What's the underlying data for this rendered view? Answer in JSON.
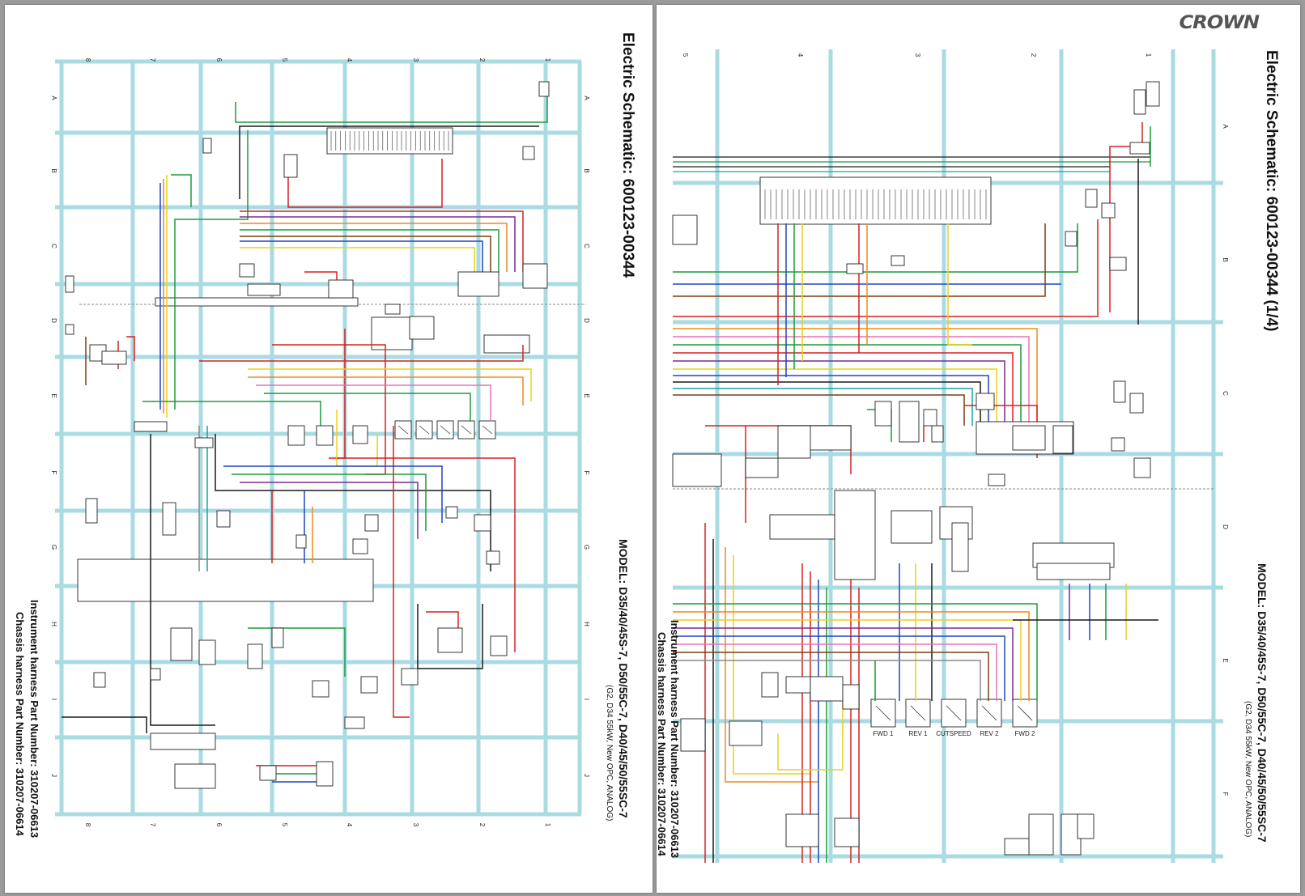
{
  "left_page": {
    "title": "Electric Schematic: 600123-00344",
    "model": "MODEL: D35/40/45S-7, D50/55C-7, D40/45/50/55SC-7",
    "model_note": "(G2, D34 55kW, New OPC, ANALOG)",
    "instrument_harness": "Instrument harness Part Number: 310207-06613",
    "chassis_harness": "Chassis harness Part Number: 310207-06614",
    "column_labels": [
      "1",
      "2",
      "3",
      "4",
      "5",
      "6",
      "7",
      "8"
    ],
    "row_labels": [
      "A",
      "B",
      "C",
      "D",
      "E",
      "F",
      "G",
      "H",
      "I",
      "J"
    ]
  },
  "right_page": {
    "brand": "CROWN",
    "title": "Electric Schematic: 600123-00344 (1/4)",
    "model": "MODEL: D35/40/45S-7, D50/55C-7, D40/45/50/55SC-7",
    "model_note": "(G2, D34 55kW, New OPC, ANALOG)",
    "instrument_harness": "Instrument harness Part Number: 310207-06613",
    "chassis_harness": "Chassis harness Part Number: 310207-06614",
    "column_labels": [
      "1",
      "2",
      "3",
      "4",
      "5"
    ],
    "row_labels": [
      "A",
      "B",
      "C",
      "D",
      "E",
      "F"
    ],
    "relay_labels": [
      "FWD 1",
      "REV 1",
      "CUTSPEED",
      "REV 2",
      "FWD 2"
    ]
  },
  "colors": {
    "grid": "#a9dbe3",
    "wire_red": "#d62020",
    "wire_green": "#1e9a3c",
    "wire_blue": "#2244c0",
    "wire_yellow": "#e8d21a",
    "wire_orange": "#ef8a1c",
    "wire_brown": "#7a3f14",
    "wire_purple": "#7b2b8f",
    "wire_black": "#1a1a1a",
    "wire_pink": "#e872b2",
    "wire_gray": "#8a8a8a",
    "wire_teal": "#1aa3a3"
  }
}
